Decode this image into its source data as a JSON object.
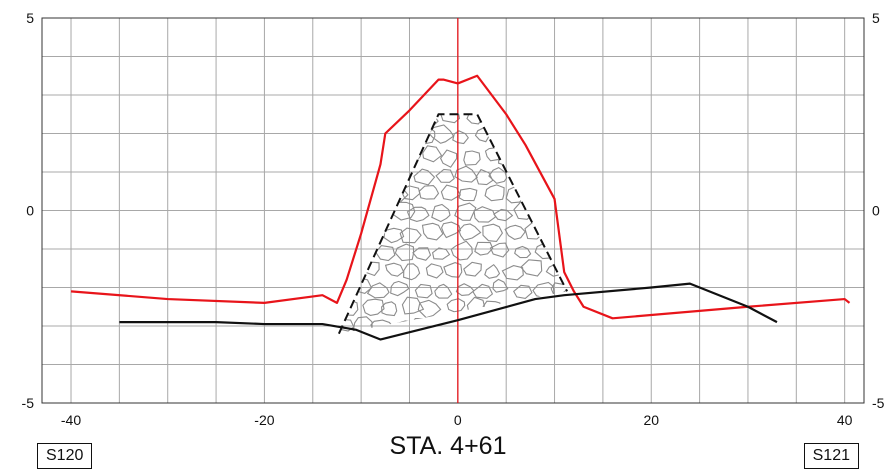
{
  "title": "STA. 4+61",
  "section_left": "S120",
  "section_right": "S121",
  "chart_data": {
    "type": "line",
    "title": "STA. 4+61",
    "xlim": [
      -43,
      42
    ],
    "ylim": [
      -5,
      5
    ],
    "x_ticks": [
      -40,
      -20,
      0,
      20,
      40
    ],
    "y_ticks_labeled": [
      5,
      0,
      -5
    ],
    "grid": true,
    "grid_x_step": 5,
    "grid_y_step": 1,
    "centerline_x": 0,
    "colors": {
      "red_profile": "#e8141a",
      "black_profile": "#111111",
      "dashed_outline": "#111111",
      "rubble": "#8c8c8c",
      "grid": "#a8a8a8",
      "centerline": "#e8141a"
    },
    "series": [
      {
        "color": "#e8141a",
        "style": "solid",
        "x": [
          -40,
          -30,
          -20,
          -14,
          -12.5,
          -11.5,
          -10,
          -8,
          -7.5,
          -5,
          -2,
          -1.5,
          0,
          2,
          5,
          7,
          10,
          11,
          12,
          13,
          16,
          30,
          40,
          40.5
        ],
        "y": [
          -2.1,
          -2.3,
          -2.4,
          -2.2,
          -2.4,
          -1.8,
          -0.6,
          1.2,
          2,
          2.6,
          3.4,
          3.4,
          3.3,
          3.5,
          2.5,
          1.7,
          0.3,
          -1.6,
          -2.1,
          -2.5,
          -2.8,
          -2.5,
          -2.3,
          -2.4
        ]
      },
      {
        "color": "#111111",
        "style": "solid",
        "x": [
          -35,
          -25,
          -20,
          -14,
          -10.5,
          -8,
          -4,
          0,
          8,
          11,
          20,
          24,
          30,
          33
        ],
        "y": [
          -2.9,
          -2.9,
          -2.95,
          -2.95,
          -3.1,
          -3.35,
          -3.1,
          -2.85,
          -2.3,
          -2.2,
          -2.0,
          -1.9,
          -2.5,
          -2.9
        ]
      },
      {
        "color": "#111111",
        "style": "dashed",
        "x": [
          -12.3,
          -2,
          2,
          11.3
        ],
        "y": [
          -3.2,
          2.5,
          2.5,
          -2.1
        ]
      }
    ]
  }
}
